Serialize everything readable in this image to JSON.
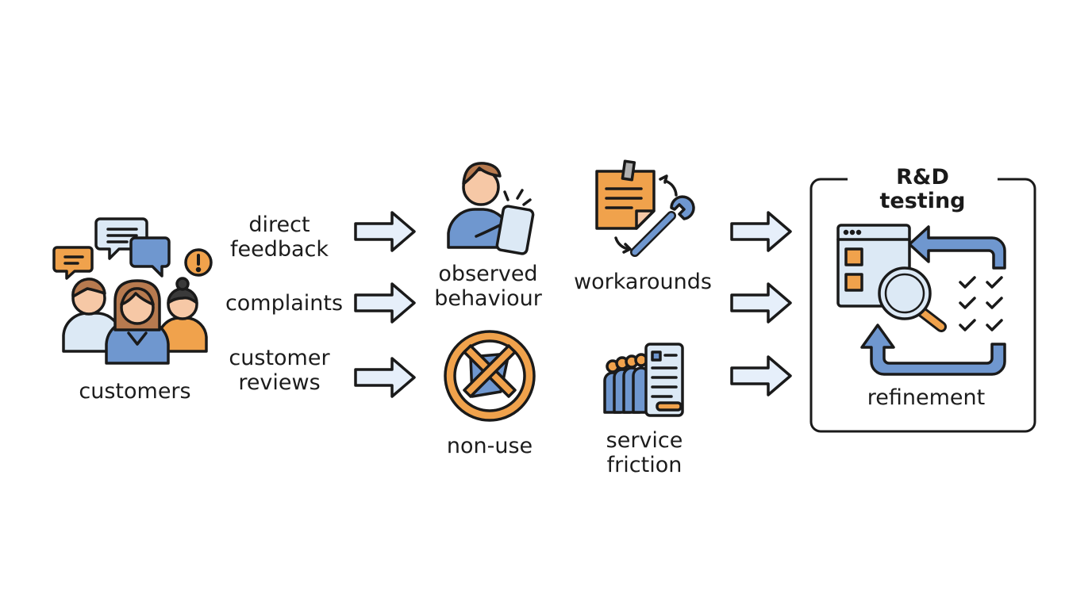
{
  "colors": {
    "outline": "#1a1a1a",
    "blue": "#6f97cf",
    "light_blue": "#dce9f5",
    "orange": "#f0a24c",
    "skin": "#f6c8a6",
    "brown_hair": "#b77a4f",
    "arrow_fill": "#e6effa"
  },
  "sources": {
    "customers_label": "customers",
    "icon": "customers-with-speech-bubbles-icon"
  },
  "channels": [
    {
      "label": "direct\nfeedback"
    },
    {
      "label": "complaints"
    },
    {
      "label": "customer\nreviews"
    }
  ],
  "signals": [
    {
      "label": "observed\nbehaviour",
      "icon": "person-using-phone-icon"
    },
    {
      "label": "non-use",
      "icon": "crossed-out-circle-icon"
    },
    {
      "label": "workarounds",
      "icon": "note-and-wrench-icon"
    },
    {
      "label": "service\nfriction",
      "icon": "queue-with-document-icon"
    }
  ],
  "rnd_box": {
    "title": "R&D testing",
    "label": "refinement",
    "icon": "browser-magnifier-checklist-loop-icon"
  }
}
